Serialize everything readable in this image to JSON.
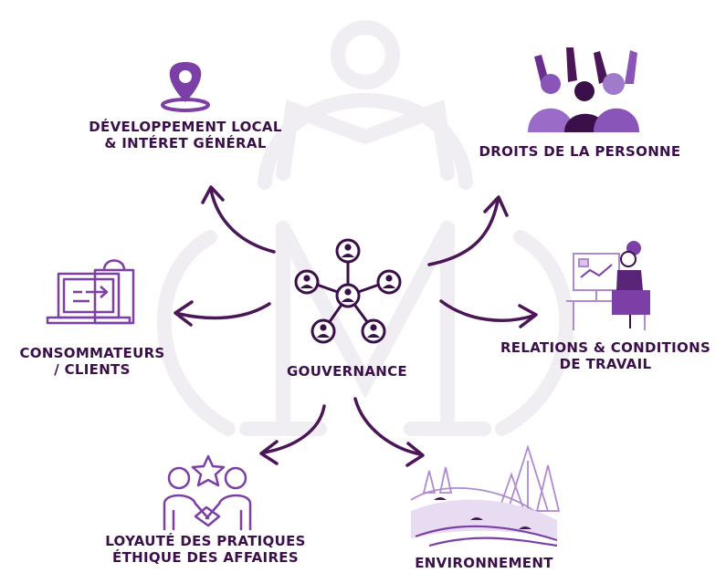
{
  "center": {
    "label": "GOUVERNANCE",
    "icon": "network-people-icon"
  },
  "nodes": [
    {
      "id": "local",
      "lines": [
        "DÉVELOPPEMENT LOCAL",
        "& INTÉRET GÉNÉRAL"
      ],
      "icon": "location-pin-icon"
    },
    {
      "id": "droits",
      "lines": [
        "DROITS DE LA PERSONNE"
      ],
      "icon": "raised-hands-people-icon"
    },
    {
      "id": "consommateurs",
      "lines": [
        "CONSOMMATEURS",
        "/ CLIENTS"
      ],
      "icon": "laptop-shopping-bag-icon"
    },
    {
      "id": "travail",
      "lines": [
        "RELATIONS & CONDITIONS",
        "DE TRAVAIL"
      ],
      "icon": "desk-worker-icon"
    },
    {
      "id": "loyaute",
      "lines": [
        "LOYAUTÉ DES PRATIQUES",
        "ÉTHIQUE DES AFFAIRES"
      ],
      "icon": "handshake-star-icon"
    },
    {
      "id": "environnement",
      "lines": [
        "ENVIRONNEMENT"
      ],
      "icon": "landscape-trees-icon"
    }
  ],
  "colors": {
    "text": "#3a0f4a",
    "arrow": "#4b1657",
    "accent": "#7b3fa6",
    "light": "#b08ad1",
    "watermark": "#f1eef3"
  }
}
